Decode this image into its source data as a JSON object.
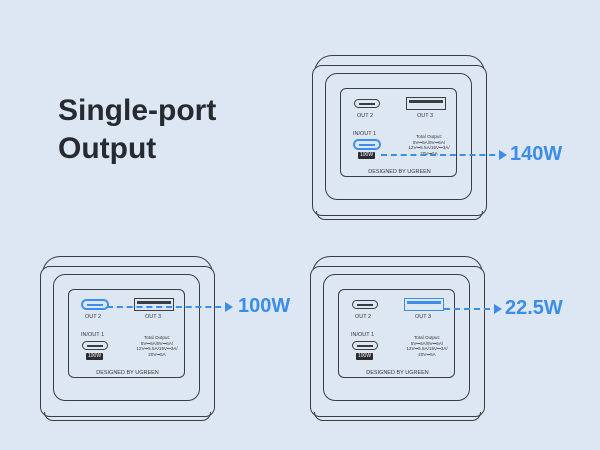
{
  "title": {
    "line1": "Single-port",
    "line2": "Output"
  },
  "device_labels": {
    "out2": "OUT 2",
    "out3": "OUT 3",
    "inout1": "IN/OUT 1",
    "badge": "100W",
    "spec": [
      "Total Output:",
      "5V⎓6A/9V⎓6A/",
      "12V⎓5.5A/15V⎓3A/",
      "20V⎓5A"
    ],
    "brand": "DESIGNED BY UGREEN"
  },
  "scenarios": [
    {
      "active_port": "IN/OUT 1",
      "output": "140W"
    },
    {
      "active_port": "OUT 2",
      "output": "100W"
    },
    {
      "active_port": "OUT 3",
      "output": "22.5W"
    }
  ],
  "colors": {
    "accent": "#3b8de8",
    "background": "#dce7f3"
  }
}
